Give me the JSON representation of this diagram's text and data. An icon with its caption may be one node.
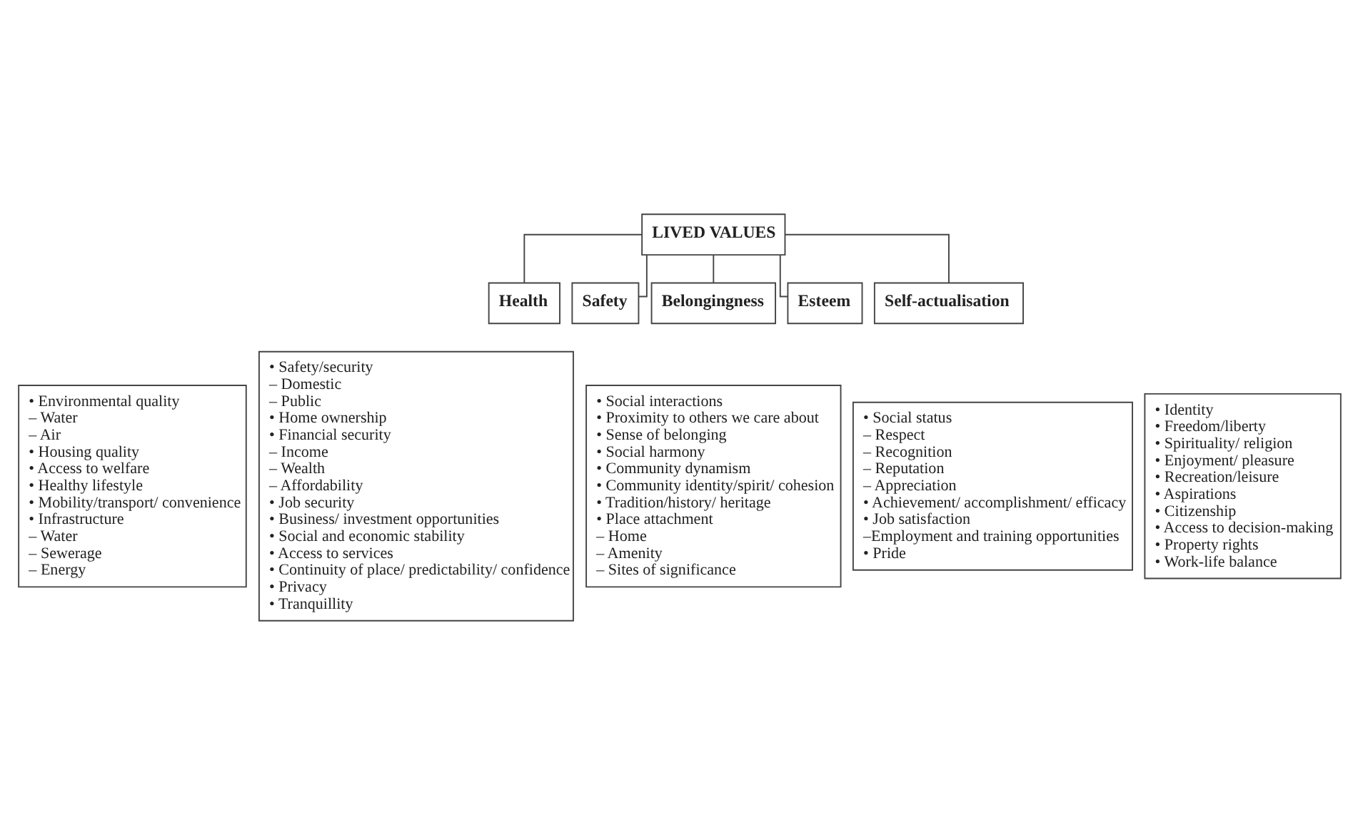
{
  "diagram": {
    "nodes": [
      {
        "text": [
          "LIVED VALUES"
        ]
      },
      {
        "text": [
          "Health"
        ]
      },
      {
        "text": [
          "Safety"
        ]
      },
      {
        "text": [
          "Belongingness"
        ]
      },
      {
        "text": [
          "Esteem"
        ]
      },
      {
        "text": [
          "Self-actualisation"
        ]
      },
      {
        "text": [
          "• Environmental quality",
          "– Water",
          "– Air",
          "• Housing quality",
          "• Access to welfare",
          "• Healthy lifestyle",
          "• Mobility/transport/ convenience",
          "• Infrastructure",
          "– Water",
          "– Sewerage",
          "– Energy"
        ]
      },
      {
        "text": [
          "• Safety/security",
          "– Domestic",
          "– Public",
          "• Home ownership",
          "• Financial security",
          "– Income",
          "– Wealth",
          "– Affordability",
          "• Job security",
          "• Business/ investment opportunities",
          "• Social and economic stability",
          "• Access to services",
          "• Continuity of place/ predictability/ confidence",
          "• Privacy",
          "• Tranquillity"
        ]
      },
      {
        "text": [
          "• Social interactions",
          "• Proximity to others we care about",
          "• Sense of belonging",
          "• Social harmony",
          "• Community dynamism",
          "• Community identity/spirit/ cohesion",
          "• Tradition/history/ heritage",
          "• Place attachment",
          "– Home",
          "– Amenity",
          "– Sites of significance"
        ]
      },
      {
        "text": [
          "• Social status",
          "– Respect",
          "– Recognition",
          "– Reputation",
          "– Appreciation",
          "• Achievement/ accomplishment/ efficacy",
          "• Job satisfaction",
          "–Employment and training opportunities",
          "• Pride"
        ]
      },
      {
        "text": [
          "• Identity",
          "• Freedom/liberty",
          "• Spirituality/ religion",
          "• Enjoyment/ pleasure",
          "• Recreation/leisure",
          "• Aspirations",
          "• Citizenship",
          "• Access to decision-making",
          "• Property rights",
          "• Work-life balance"
        ]
      }
    ],
    "edges": [
      {
        "from": 0,
        "to": 1,
        "arrow": "none"
      },
      {
        "from": 0,
        "to": 2,
        "arrow": "none"
      },
      {
        "from": 0,
        "to": 3,
        "arrow": "none"
      },
      {
        "from": 0,
        "to": 4,
        "arrow": "none"
      },
      {
        "from": 0,
        "to": 5,
        "arrow": "none"
      }
    ]
  }
}
